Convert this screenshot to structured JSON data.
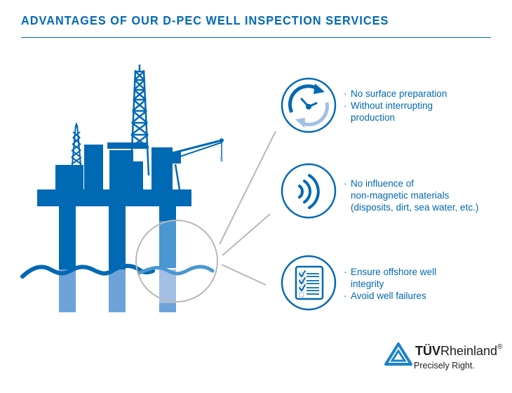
{
  "header": {
    "title": "ADVANTAGES OF OUR D-PEC WELL INSPECTION SERVICES"
  },
  "colors": {
    "primary": "#0069b4",
    "mid_blue": "#4a97d1",
    "light_blue": "#a3bfe6",
    "pale_leg": "#6ea3da",
    "line_gray": "#b8b8b8"
  },
  "advantages": [
    {
      "icon": "clock-cycle-icon",
      "bullets": [
        {
          "marker": "·",
          "text": "No surface preparation"
        },
        {
          "marker": "·",
          "text": "Without interrupting",
          "cont": "production"
        }
      ]
    },
    {
      "icon": "signal-waves-icon",
      "bullets": [
        {
          "marker": "·",
          "text": "No influence of",
          "cont": "non-magnetic materials",
          "cont2": "(disposits, dirt, sea water, etc.)"
        }
      ]
    },
    {
      "icon": "checklist-icon",
      "bullets": [
        {
          "marker": "·",
          "text": "Ensure offshore well",
          "cont": "integrity"
        },
        {
          "marker": "·",
          "text": "Avoid well failures"
        }
      ]
    }
  ],
  "logo": {
    "brand_bold": "TÜV",
    "brand_rest": "Rheinland",
    "registered": "®",
    "tagline": "Precisely Right."
  }
}
